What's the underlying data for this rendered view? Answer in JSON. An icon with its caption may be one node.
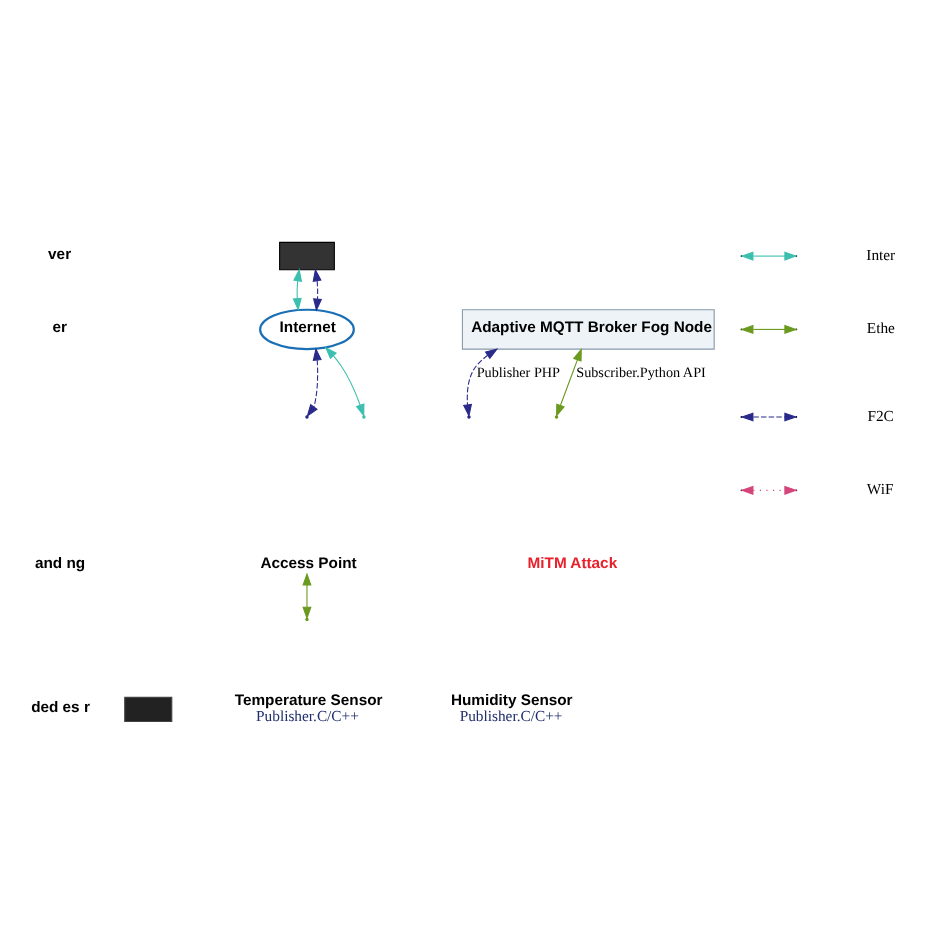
{
  "diagram": {
    "nodes": [
      {
        "text": [],
        "shape": "box"
      },
      {
        "text": [
          "Internet"
        ]
      },
      {
        "text": [
          "Adaptive MQTT Broker Fog Node"
        ]
      },
      {
        "text": [
          "Access Point"
        ]
      },
      {
        "text": [],
        "shape": "box"
      },
      {
        "text": [
          "Temperature Sensor"
        ],
        "beside": [
          "Publisher.C/C++"
        ]
      },
      {
        "text": [
          "Humidity Sensor"
        ],
        "beside": [
          "Publisher.C/C++"
        ]
      }
    ],
    "edges": [
      {
        "from": 0,
        "to": 1,
        "arrow": "both",
        "color": "#3cbfae"
      },
      {
        "from": 0,
        "to": 1,
        "arrow": "both",
        "style": "dashed",
        "color": "#2a2a8a"
      },
      {
        "from": 1,
        "to": null,
        "arrow": "both",
        "color": "#3cbfae"
      },
      {
        "from": 1,
        "to": null,
        "arrow": "both",
        "style": "dashed",
        "color": "#2a2a8a"
      },
      {
        "from": null,
        "to": 2,
        "arrow": "both",
        "style": "dashed",
        "color": "#2a2a8a",
        "label": "Publisher PHP"
      },
      {
        "from": null,
        "to": 2,
        "arrow": "both",
        "color": "#6a9a1f",
        "label": "Subscriber.Python API"
      },
      {
        "from": 3,
        "to": null,
        "arrow": "both",
        "color": "#6a9a1f"
      }
    ],
    "labels": [
      "ver",
      "er",
      "and ng",
      "ded es r",
      "MiTM Attack"
    ],
    "legend": [
      {
        "text": "Inter"
      },
      {
        "text": "Ethe"
      },
      {
        "text": "F2C"
      },
      {
        "text": "WiF"
      }
    ]
  }
}
